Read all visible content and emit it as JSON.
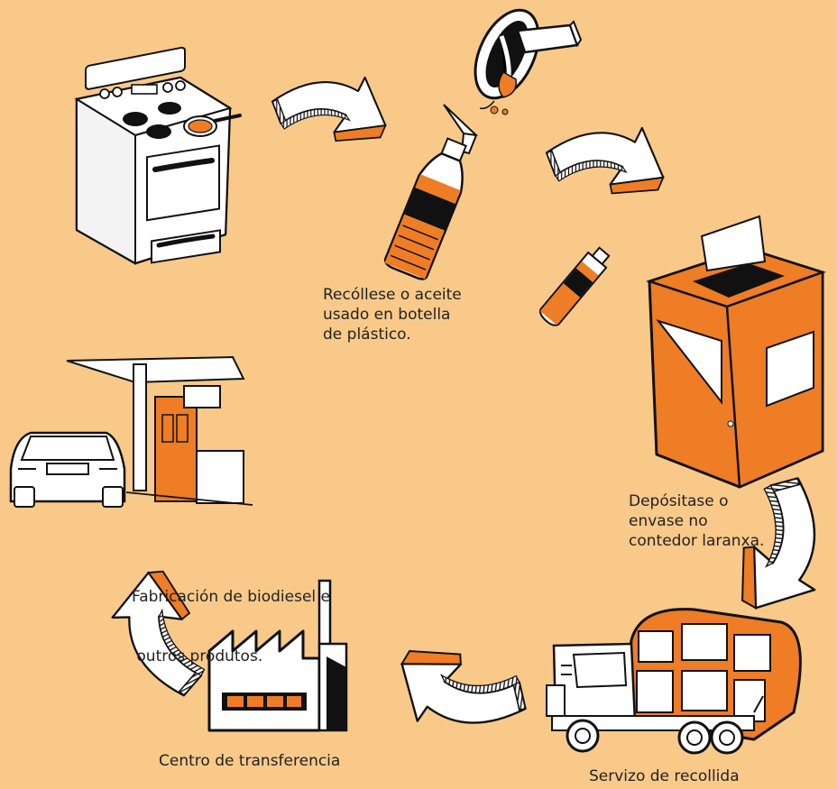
{
  "colors": {
    "background": "#F9C98A",
    "accent_orange": "#EE7D25",
    "ink": "#111111",
    "paper": "#FFFFFF"
  },
  "steps": [
    {
      "id": "stove",
      "icon": "stove-icon",
      "lines": []
    },
    {
      "id": "bottle",
      "icon": "oil-bottle-icon",
      "lines": [
        "Recóllese o aceite",
        "usado en botella",
        "de plástico."
      ]
    },
    {
      "id": "container",
      "icon": "orange-container-icon",
      "lines": [
        "Depósitase o",
        "envase no",
        "contedor laranxa."
      ]
    },
    {
      "id": "truck",
      "icon": "collection-truck-icon",
      "lines": [
        "Servizo de recollida"
      ]
    },
    {
      "id": "factory",
      "icon": "factory-icon",
      "lines": [
        "Centro de transferencia"
      ]
    },
    {
      "id": "station",
      "icon": "gas-station-car-icon",
      "lines": [
        "Fabricación de biodiesel e",
        " outros produtos."
      ]
    }
  ]
}
